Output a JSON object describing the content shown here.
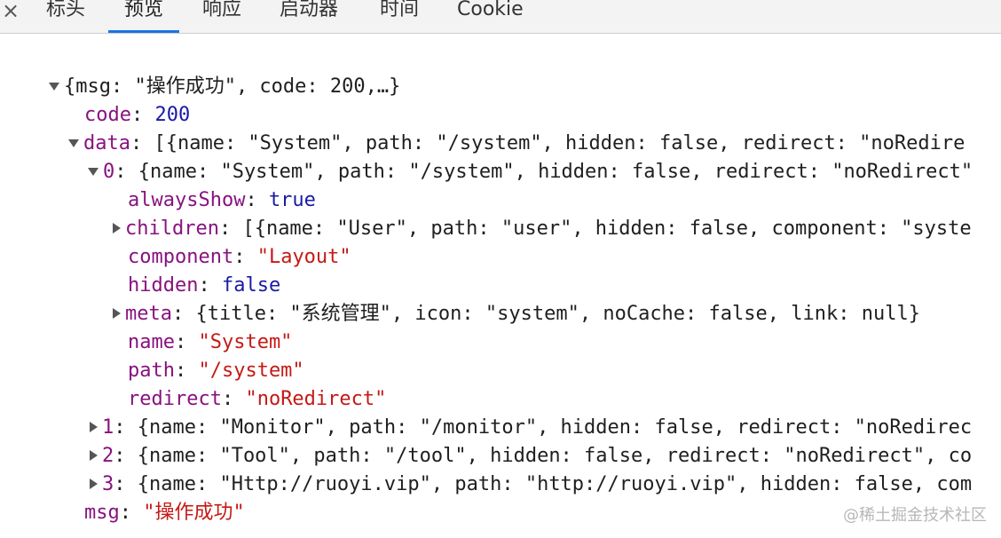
{
  "tabs": [
    {
      "label": "标头",
      "active": false
    },
    {
      "label": "预览",
      "active": true
    },
    {
      "label": "响应",
      "active": false
    },
    {
      "label": "启动器",
      "active": false
    },
    {
      "label": "时间",
      "active": false
    },
    {
      "label": "Cookie",
      "active": false
    }
  ],
  "close_glyph": "×",
  "tree": {
    "root_summary": "{msg: \"操作成功\", code: 200,…}",
    "code_key": "code",
    "code_value": "200",
    "data_key": "data",
    "data_summary": "[{name: \"System\", path: \"/system\", hidden: false, redirect: \"noRedire",
    "item0_key": "0",
    "item0_summary": "{name: \"System\", path: \"/system\", hidden: false, redirect: \"noRedirect\"",
    "alwaysShow_key": "alwaysShow",
    "alwaysShow_value": "true",
    "children_key": "children",
    "children_summary": "[{name: \"User\", path: \"user\", hidden: false, component: \"syste",
    "component_key": "component",
    "component_value": "\"Layout\"",
    "hidden_key": "hidden",
    "hidden_value": "false",
    "meta_key": "meta",
    "meta_summary": "{title: \"系统管理\", icon: \"system\", noCache: false, link: null}",
    "name_key": "name",
    "name_value": "\"System\"",
    "path_key": "path",
    "path_value": "\"/system\"",
    "redirect_key": "redirect",
    "redirect_value": "\"noRedirect\"",
    "item1_key": "1",
    "item1_summary": "{name: \"Monitor\", path: \"/monitor\", hidden: false, redirect: \"noRedirec",
    "item2_key": "2",
    "item2_summary": "{name: \"Tool\", path: \"/tool\", hidden: false, redirect: \"noRedirect\", co",
    "item3_key": "3",
    "item3_summary": "{name: \"Http://ruoyi.vip\", path: \"http://ruoyi.vip\", hidden: false, com",
    "msg_key": "msg",
    "msg_value": "\"操作成功\""
  },
  "watermark": "@稀土掘金技术社区",
  "colors": {
    "key": "#881280",
    "string": "#c41a16",
    "number": "#1a1aa6",
    "tab_indicator": "#1a73e8"
  }
}
